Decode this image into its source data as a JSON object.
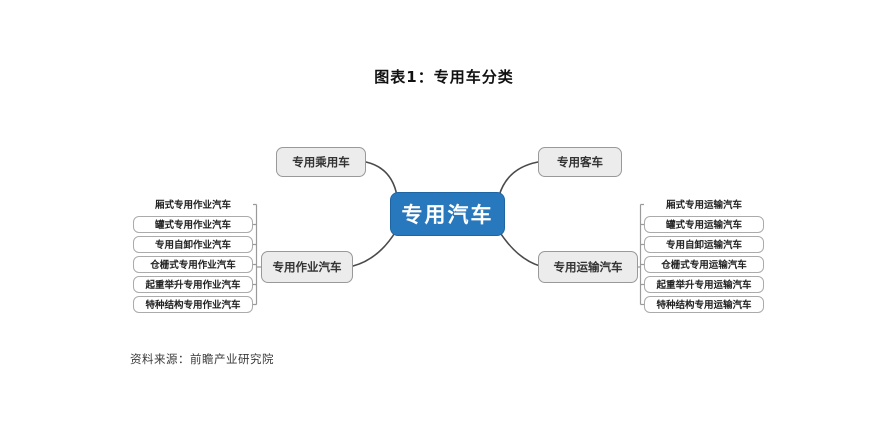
{
  "page": {
    "title": "图表1：专用车分类",
    "source": "资料来源：前瞻产业研究院"
  },
  "mindmap": {
    "root": "专用汽车",
    "branch_passenger": "专用乘用车",
    "branch_bus": "专用客车",
    "branch_operation": "专用作业汽车",
    "branch_transport": "专用运输汽车",
    "operation_children": [
      "厢式专用作业汽车",
      "罐式专用作业汽车",
      "专用自卸作业汽车",
      "仓栅式专用作业汽车",
      "起重举升专用作业汽车",
      "特种结构专用作业汽车"
    ],
    "transport_children": [
      "厢式专用运输汽车",
      "罐式专用运输汽车",
      "专用自卸运输汽车",
      "仓栅式专用运输汽车",
      "起重举升专用运输汽车",
      "特种结构专用运输汽车"
    ],
    "colors": {
      "root_fill": "#2878be",
      "root_text": "#ffffff",
      "branch_fill": "#ececec",
      "branch_border": "#999999",
      "leaf_border": "#ababab",
      "curve_line": "#4a4a4a",
      "bracket_line": "#9a9a9a"
    }
  }
}
